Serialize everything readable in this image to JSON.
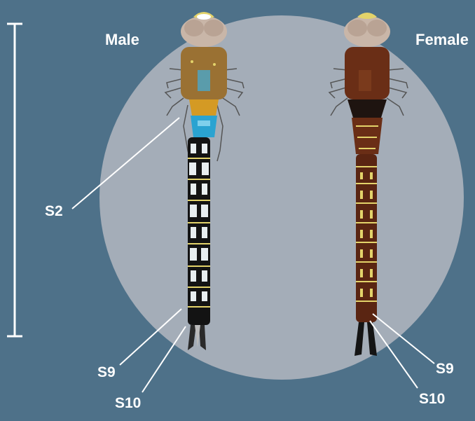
{
  "labels": {
    "male": "Male",
    "female": "Female",
    "male_s2": "S2",
    "male_s9": "S9",
    "male_s10": "S10",
    "female_s9": "S9",
    "female_s10": "S10"
  },
  "colors": {
    "background": "#4e7189",
    "circle": "#a4adb8",
    "line": "#ffffff",
    "eyes": "#c9b6a8",
    "male_thorax": "#9a7133",
    "male_abdomen": "#131313",
    "male_blue": "#2aa3d1",
    "female_thorax": "#6a2e16",
    "female_abdomen": "#5a2512",
    "marking_yellow": "#e3d36a",
    "marking_white": "#e8eef0"
  }
}
